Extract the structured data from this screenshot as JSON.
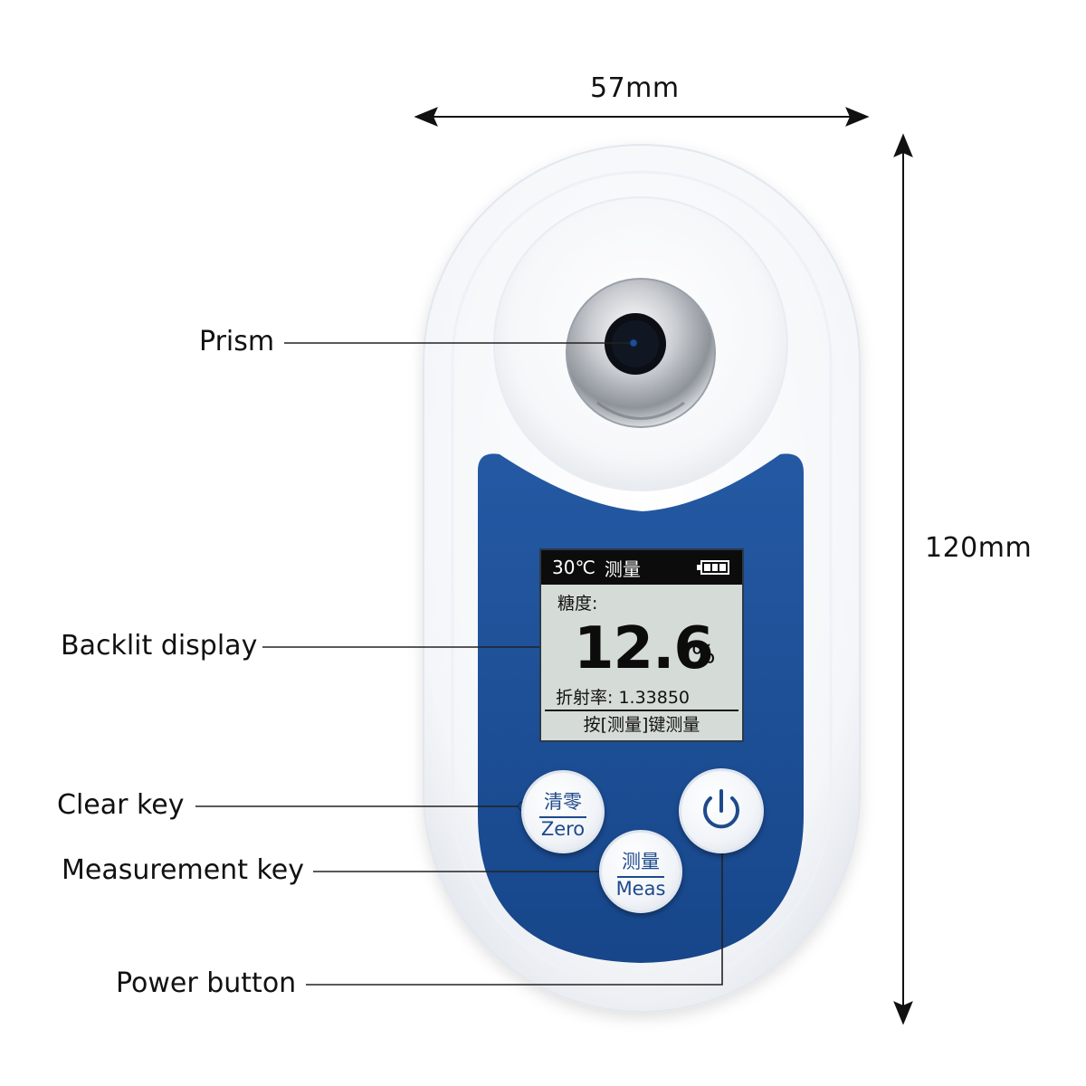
{
  "dimensions": {
    "width_label": "57mm",
    "height_label": "120mm"
  },
  "callouts": {
    "prism": "Prism",
    "display": "Backlit display",
    "clear_key": "Clear key",
    "measurement_key": "Measurement key",
    "power_button": "Power button"
  },
  "lcd": {
    "temperature": "30℃",
    "mode": "测量",
    "parameter_label": "糖度:",
    "value": "12.6",
    "unit": "%",
    "refractive_index_label": "折射率: 1.33850",
    "prompt": "按[测量]键测量",
    "battery_level": 1.0
  },
  "keys": {
    "zero_cn": "清零",
    "zero_en": "Zero",
    "meas_cn": "测量",
    "meas_en": "Meas",
    "power_icon": "power-icon"
  },
  "colors": {
    "device_body": "#f2f4f7",
    "panel_blue": "#1d4f96",
    "key_text": "#1e4a8c",
    "lcd_bg": "#d5dbd7",
    "lcd_bar": "#0c0c0c"
  }
}
